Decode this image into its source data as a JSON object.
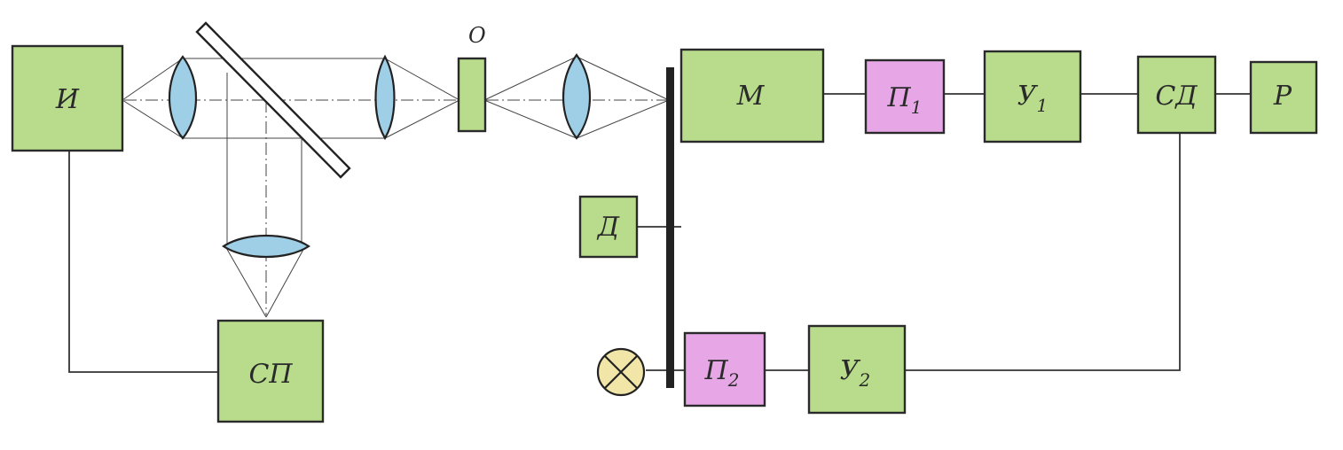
{
  "blocks": {
    "I": {
      "label": "И"
    },
    "SP": {
      "label": "СП"
    },
    "M": {
      "label": "М"
    },
    "P1": {
      "label": "П",
      "sub": "1"
    },
    "U1": {
      "label": "У",
      "sub": "1"
    },
    "SD": {
      "label": "СД"
    },
    "R": {
      "label": "Р"
    },
    "D": {
      "label": "Д"
    },
    "P2": {
      "label": "П",
      "sub": "2"
    },
    "U2": {
      "label": "У",
      "sub": "2"
    }
  },
  "object_label": "О",
  "colors": {
    "block_fill": "#b8dc8c",
    "photo_fill": "#e7a7e6",
    "lens_fill": "#9fcfe6",
    "lamp_fill": "#f1e6a8"
  }
}
